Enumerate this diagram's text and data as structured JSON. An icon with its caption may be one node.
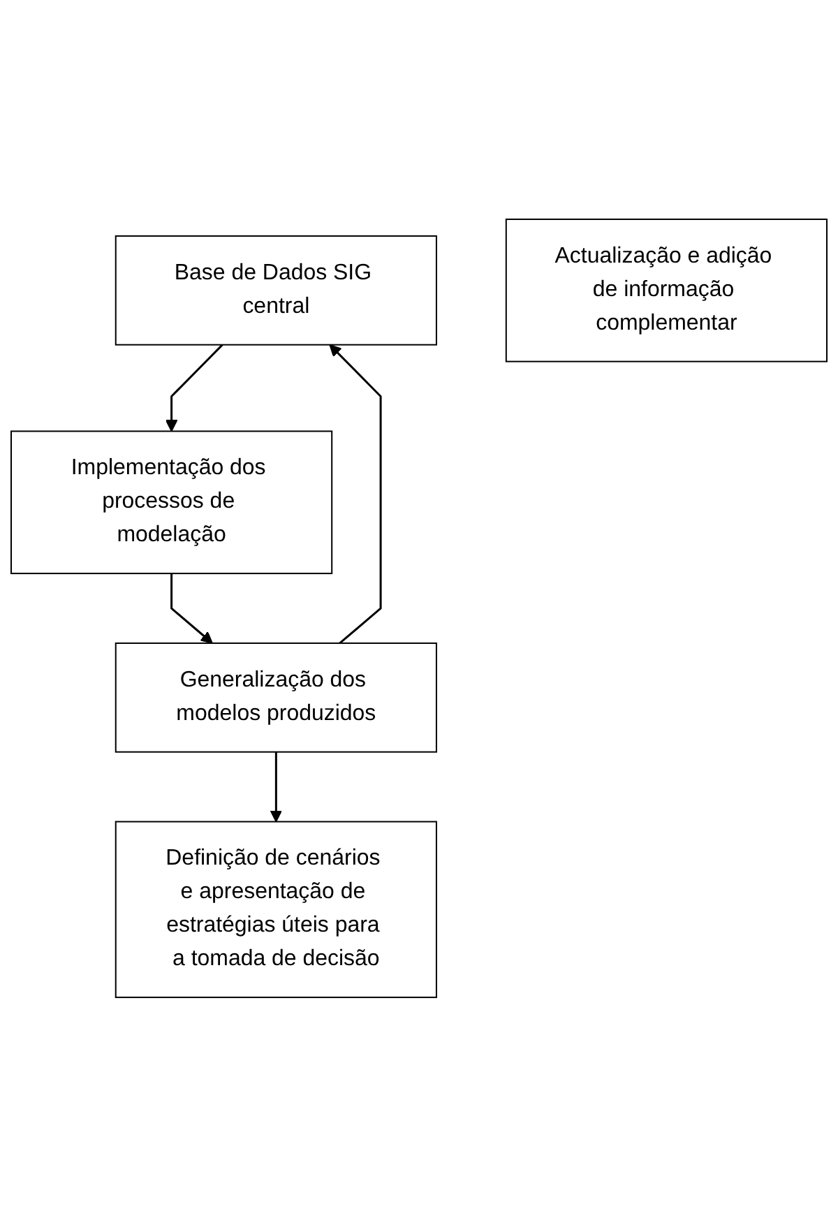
{
  "diagram": {
    "nodes": [
      {
        "text": [
          "Base de Dados SIG central"
        ]
      },
      {
        "text": [
          "Implementação dos processos de modelação"
        ]
      },
      {
        "text": [
          "Generalização dos modelos produzidos"
        ]
      },
      {
        "text": [
          "Actualização e adição de informação complementar"
        ]
      },
      {
        "text": [
          "Definição de cenários e apresentação de estratégias úteis para a tomada de decisão"
        ]
      }
    ],
    "edges": [
      {
        "from": 0,
        "to": 1,
        "arrow": "to"
      },
      {
        "from": 1,
        "to": 2,
        "arrow": "to"
      },
      {
        "from": 2,
        "to": 4,
        "arrow": "to"
      },
      {
        "from": 2,
        "to": 0,
        "arrow": "to"
      }
    ]
  }
}
